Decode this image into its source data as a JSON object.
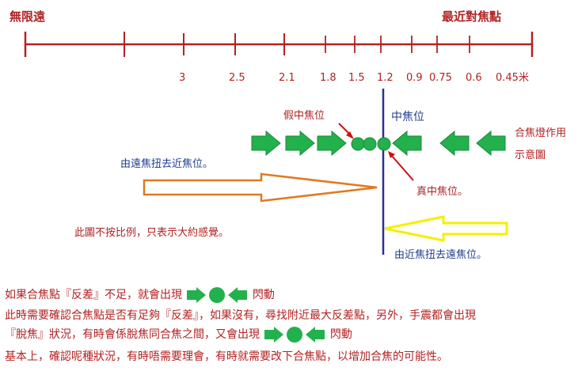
{
  "scale": {
    "left_label": "無限遠",
    "right_label": "最近對焦點",
    "ticks": [
      "3",
      "2.5",
      "2.1",
      "1.8",
      "1.5",
      "1.2",
      "0.9",
      "0.75",
      "0.6",
      "0.45米"
    ]
  },
  "labels": {
    "false_center": "假中焦位",
    "center": "中焦位",
    "true_center": "真中焦位。",
    "legend_line1": "合焦燈作用",
    "legend_line2": "示意圖",
    "far_to_near": "由遠焦扭去近焦位。",
    "near_to_far": "由近焦扭去遠焦位。",
    "not_to_scale": "此圖不按比例，只表示大約感覺。"
  },
  "notes": {
    "line1_before": "如果合焦點『反差』不足，就會出現",
    "line1_after": "閃動",
    "line2": "此時需要確認合焦點是否有足夠『反差』，如果沒有，尋找附近最大反差點，另外，手震都會出現",
    "line3_before": "『脫焦』狀況，有時會係脫焦同合焦之間，又會出現",
    "line3_after": "閃動",
    "line4": "基本上，確認呢種狀況，有時唔需要理會，有時就需要改下合焦點，以增加合焦的可能性。"
  },
  "colors": {
    "scale_red": "#b22222",
    "arrow_green": "#22b14c",
    "focus_line_blue": "#2b2f8f",
    "orange_arrow": "#e07a1f",
    "yellow_arrow": "#f5f000"
  }
}
